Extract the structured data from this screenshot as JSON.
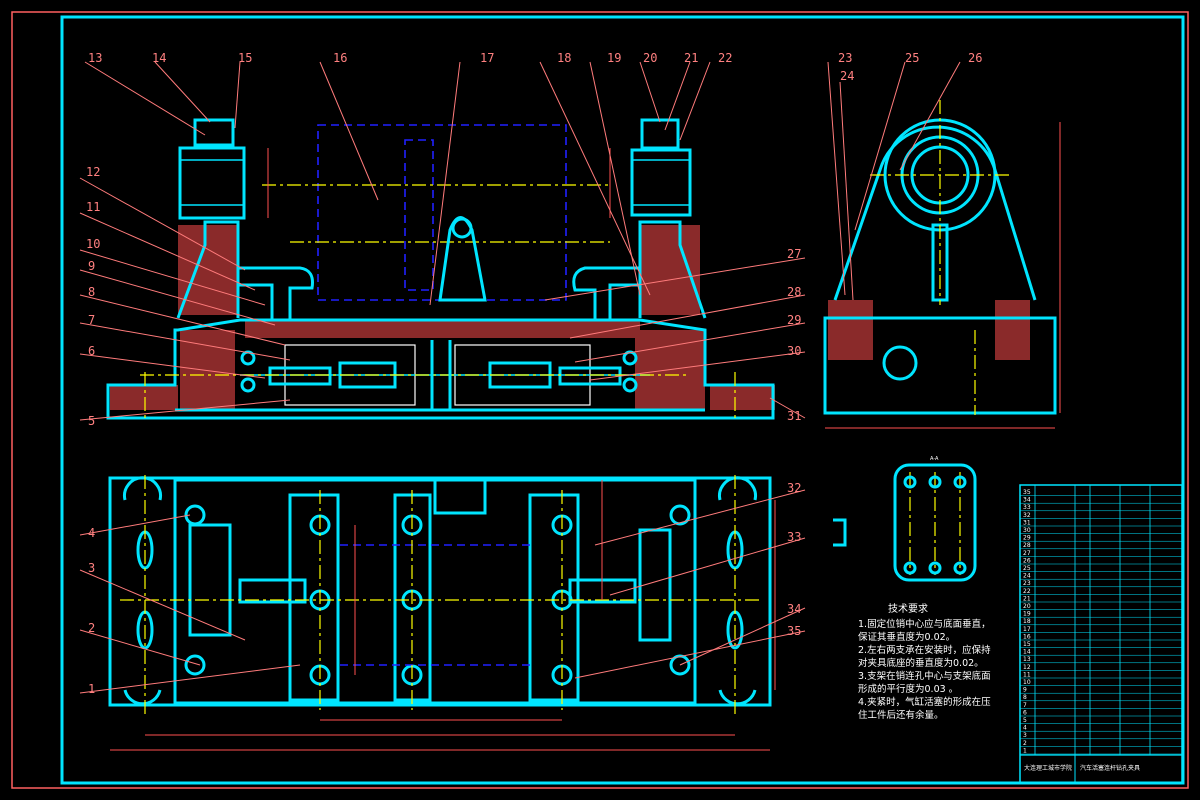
{
  "part_labels": [
    "1",
    "2",
    "3",
    "4",
    "5",
    "6",
    "7",
    "8",
    "9",
    "10",
    "11",
    "12",
    "13",
    "14",
    "15",
    "16",
    "17",
    "18",
    "19",
    "20",
    "21",
    "22",
    "23",
    "24",
    "25",
    "26",
    "27",
    "28",
    "29",
    "30",
    "31",
    "32",
    "33",
    "34",
    "35"
  ],
  "section_label": "A-A",
  "notes": {
    "title": "技术要求",
    "lines": [
      "1.固定位销中心应与底面垂直，",
      "保证其垂直度为0.02。",
      "2.左右两支承在安装时，应保持",
      "对夹具底座的垂直度为0.02。",
      "3.支架在销连孔中心与支架底面",
      "形成的平行度为0.03 。",
      "4.夹紧时，气缸活塞的形成在压",
      "住工件后还有余量。"
    ]
  },
  "title_block": {
    "rows": [
      "35",
      "34",
      "33",
      "32",
      "31",
      "30",
      "29",
      "28",
      "27",
      "26",
      "25",
      "24",
      "23",
      "22",
      "21",
      "20",
      "19",
      "18",
      "17",
      "16",
      "15",
      "14",
      "13",
      "12",
      "11",
      "10",
      "9",
      "8",
      "7",
      "6",
      "5",
      "4",
      "3",
      "2",
      "1"
    ],
    "footer_left": "大连理工城市学院",
    "footer_center": "汽车活塞连杆钻孔夹具"
  },
  "colors": {
    "border": "#ff6060",
    "outline": "#00e5ff",
    "hidden": "#2020ff",
    "centerline": "#ffff00",
    "section_fill": "#8a2a2a"
  }
}
